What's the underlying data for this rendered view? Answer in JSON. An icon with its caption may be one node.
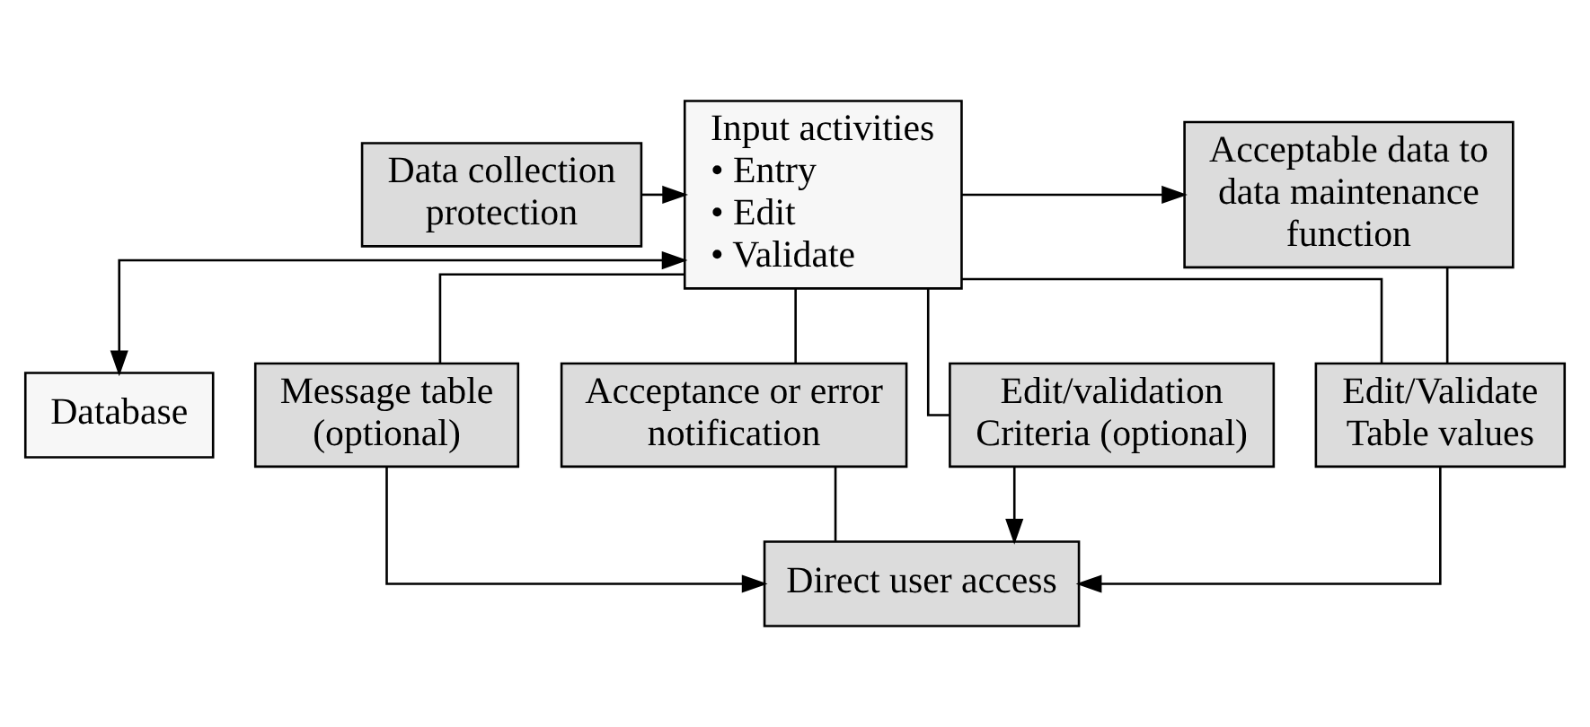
{
  "diagram": {
    "nodes": [
      {
        "text": [
          "Database"
        ]
      },
      {
        "text": [
          "Input activities",
          "• Entry",
          "• Edit",
          "• Validate"
        ]
      },
      {
        "text": [
          "Data collection protection"
        ]
      },
      {
        "text": [
          "Acceptable data to data maintenance function"
        ]
      },
      {
        "text": [
          "Message table (optional)"
        ]
      },
      {
        "text": [
          "Acceptance or error notification"
        ]
      },
      {
        "text": [
          "Edit/validation Criteria (optional)"
        ]
      },
      {
        "text": [
          "Edit/Validate Table values"
        ]
      },
      {
        "text": [
          "Direct user access"
        ]
      }
    ],
    "edges": [
      {
        "from": 1,
        "to": 0,
        "arrow": "both"
      },
      {
        "from": 2,
        "to": 1,
        "arrow": "to"
      },
      {
        "from": 1,
        "to": 3,
        "arrow": "to"
      },
      {
        "from": 1,
        "to": 4,
        "arrow": "none"
      },
      {
        "from": 1,
        "to": 5,
        "arrow": "none"
      },
      {
        "from": 1,
        "to": 6,
        "arrow": "none"
      },
      {
        "from": 1,
        "to": 7,
        "arrow": "none"
      },
      {
        "from": 3,
        "to": 7,
        "arrow": "none"
      },
      {
        "from": 4,
        "to": 8,
        "arrow": "to"
      },
      {
        "from": 5,
        "to": 8,
        "arrow": "none"
      },
      {
        "from": 6,
        "to": 8,
        "arrow": "to"
      },
      {
        "from": 7,
        "to": 8,
        "arrow": "to"
      }
    ]
  }
}
